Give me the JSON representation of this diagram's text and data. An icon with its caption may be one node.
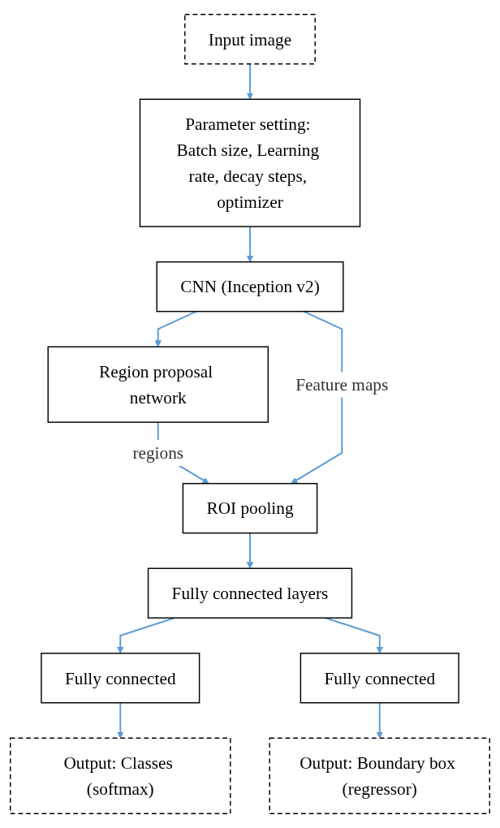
{
  "diagram": {
    "nodes": [
      {
        "text": [
          "Input image"
        ]
      },
      {
        "text": [
          "Parameter setting: Batch size, Learning rate, decay steps, optimizer"
        ]
      },
      {
        "text": [
          "CNN (Inception v2)"
        ]
      },
      {
        "text": [
          "Region proposal network"
        ]
      },
      {
        "text": [
          "ROI pooling"
        ]
      },
      {
        "text": [
          "Fully connected layers"
        ]
      },
      {
        "text": [
          "Fully connected"
        ]
      },
      {
        "text": [
          "Fully connected"
        ]
      },
      {
        "text": [
          "Output: Classes (softmax)"
        ]
      },
      {
        "text": [
          "Output: Boundary box (regressor)"
        ]
      }
    ],
    "edges": [
      {
        "from": 0,
        "to": 1,
        "arrow": "to"
      },
      {
        "from": 1,
        "to": 2,
        "arrow": "to"
      },
      {
        "from": 2,
        "to": 3,
        "arrow": "to"
      },
      {
        "from": 3,
        "to": 4,
        "arrow": "to",
        "label": "regions"
      },
      {
        "from": 2,
        "to": 4,
        "arrow": "to",
        "label": "Feature maps"
      },
      {
        "from": 4,
        "to": 5,
        "arrow": "to"
      },
      {
        "from": 5,
        "to": 6,
        "arrow": "to"
      },
      {
        "from": 5,
        "to": 7,
        "arrow": "to"
      },
      {
        "from": 6,
        "to": 8,
        "arrow": "to"
      },
      {
        "from": 7,
        "to": 9,
        "arrow": "to"
      }
    ]
  }
}
